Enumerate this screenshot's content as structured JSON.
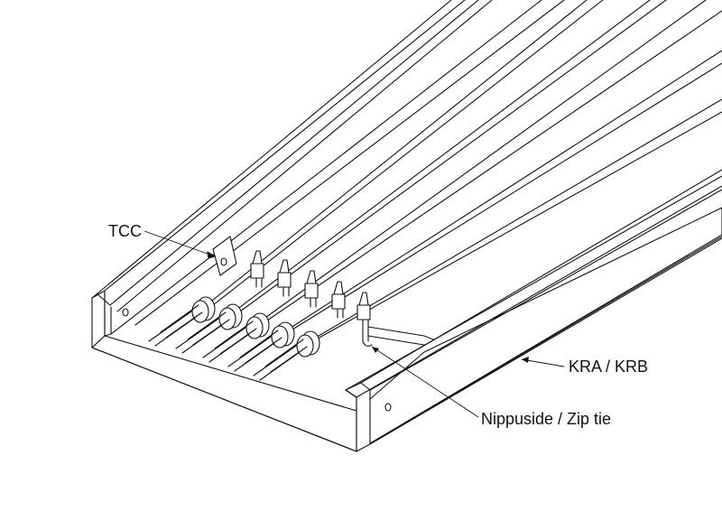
{
  "diagram": {
    "labels": {
      "tcc": "TCC",
      "kra_krb": "KRA / KRB",
      "zip_tie": "Nippuside / Zip tie"
    },
    "cable_count": 5,
    "line_color": "#111111",
    "background": "#ffffff"
  }
}
